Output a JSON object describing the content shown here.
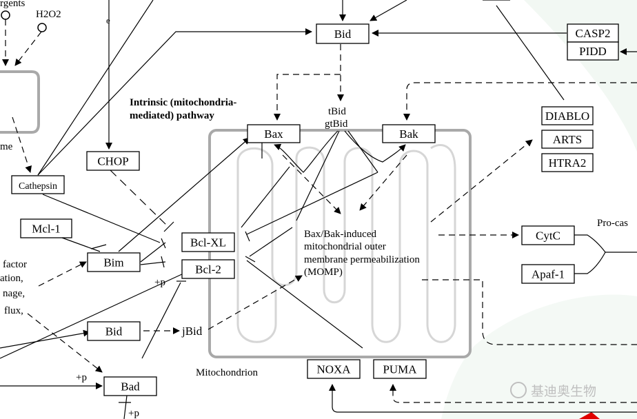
{
  "labels": {
    "agents": "rgents",
    "h2o2": "H2O2",
    "me": "me",
    "intrinsic_1": "Intrinsic (mitochondria-",
    "intrinsic_2": "mediated) pathway",
    "factor_1": "factor",
    "factor_2": "ation,",
    "factor_3": "nage,",
    "factor_4": "flux,",
    "tbid": "tBid",
    "gtbid": "gtBid",
    "momp_1": "Bax/Bak-induced",
    "momp_2": "mitochondrial outer",
    "momp_3": "membrane permeabilization",
    "momp_4": "(MOMP)",
    "mitochondrion": "Mitochondrion",
    "pro_cas": "Pro-cas",
    "plus_p_bcl2": "+p",
    "plus_p_bad_left": "+p",
    "plus_p_bad_bottom": "+p",
    "e_mark": "e",
    "watermark": "基迪奥生物"
  },
  "nodes": {
    "bid_top": "Bid",
    "casp2": "CASP2",
    "pidd": "PIDD",
    "diablo": "DIABLO",
    "arts": "ARTS",
    "htra2": "HTRA2",
    "chop": "CHOP",
    "cathepsin": "Cathepsin",
    "bax": "Bax",
    "bak": "Bak",
    "mcl1": "Mcl-1",
    "bim": "Bim",
    "bclxl": "Bcl-XL",
    "bcl2": "Bcl-2",
    "cytc": "CytC",
    "apaf1": "Apaf-1",
    "bid_bottom": "Bid",
    "jbid": "jBid",
    "bad": "Bad",
    "noxa": "NOXA",
    "puma": "PUMA"
  },
  "colors": {
    "line": "#000000",
    "membrane": "#a9a9a9",
    "cristae": "#d6d6d6",
    "background_tint": "#f2f8f3",
    "watermark": "#bfbfbf",
    "accent_red": "#e00000"
  }
}
